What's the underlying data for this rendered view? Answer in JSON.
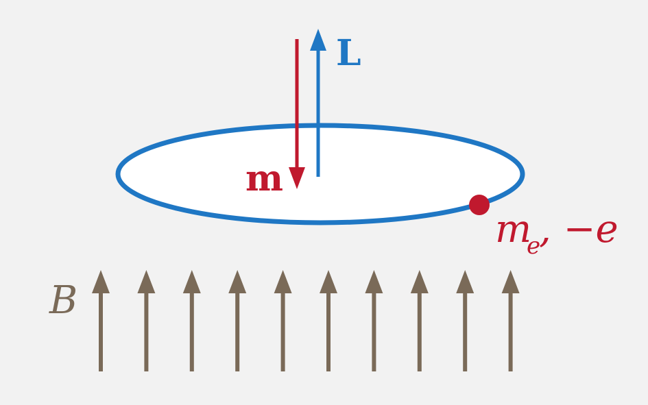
{
  "labels": {
    "angular_momentum": "L",
    "magnetic_moment": "m",
    "electron_mass": "m",
    "electron_mass_subscript": "e",
    "electron_charge": ", −e",
    "field": "B"
  },
  "colors": {
    "background": "#f2f2f2",
    "orbit": "#1f77c4",
    "orbit_fill": "#ffffff",
    "moment_arrow": "#c0192e",
    "angular_momentum_arrow": "#1f77c4",
    "electron": "#c0192e",
    "field_arrows": "#7a6a58"
  },
  "field": {
    "arrow_count": 10
  }
}
